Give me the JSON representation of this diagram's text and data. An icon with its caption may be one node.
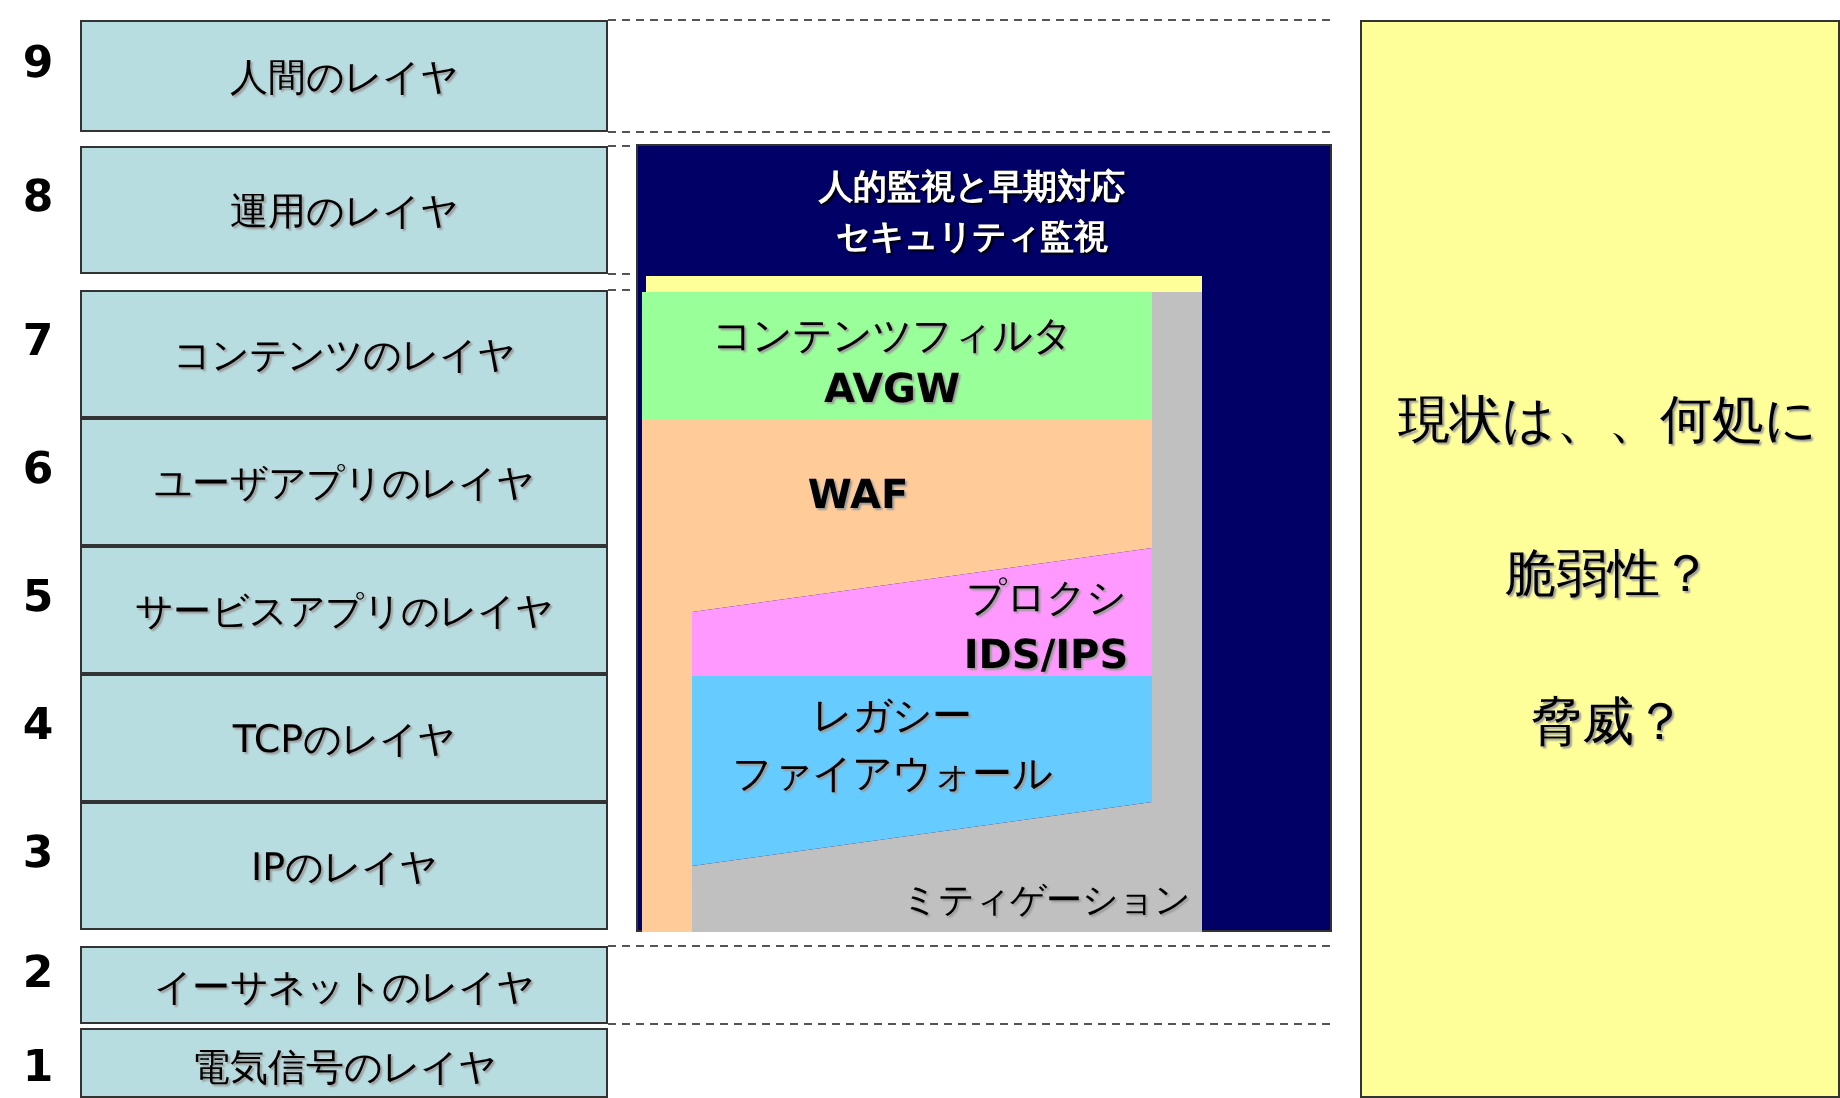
{
  "diagram": {
    "nodes": [
      {
        "text": [
          "人間のレイヤ"
        ],
        "beside": [
          "9"
        ]
      },
      {
        "text": [
          "運用のレイヤ"
        ],
        "beside": [
          "8"
        ]
      },
      {
        "text": [
          "コンテンツのレイヤ"
        ],
        "beside": [
          "7"
        ]
      },
      {
        "text": [
          "ユーザアプリのレイヤ"
        ],
        "beside": [
          "6"
        ]
      },
      {
        "text": [
          "サービスアプリのレイヤ"
        ],
        "beside": [
          "5"
        ]
      },
      {
        "text": [
          "TCPのレイヤ"
        ],
        "beside": [
          "4"
        ]
      },
      {
        "text": [
          "IPのレイヤ"
        ],
        "beside": [
          "3"
        ]
      },
      {
        "text": [
          "イーサネットのレイヤ"
        ],
        "beside": [
          "2"
        ]
      },
      {
        "text": [
          "電気信号のレイヤ"
        ],
        "beside": [
          "1"
        ]
      },
      {
        "text": [
          "人的監視と早期対応セキュリティ監視"
        ]
      },
      {
        "text": [
          "コンテンツフィルタ",
          "AVGW"
        ],
        "in": 9
      },
      {
        "text": [
          "WAF"
        ],
        "in": 9
      },
      {
        "text": [
          "プロクシ",
          "IDS/IPS"
        ],
        "in": 9
      },
      {
        "text": [
          "レガシー",
          "ファイアウォール"
        ],
        "in": 9
      },
      {
        "text": [
          "ミティゲーション"
        ],
        "in": 9
      },
      {
        "text": [
          "現状は、、何処に",
          "脆弱性？",
          "脅威？"
        ]
      }
    ]
  }
}
